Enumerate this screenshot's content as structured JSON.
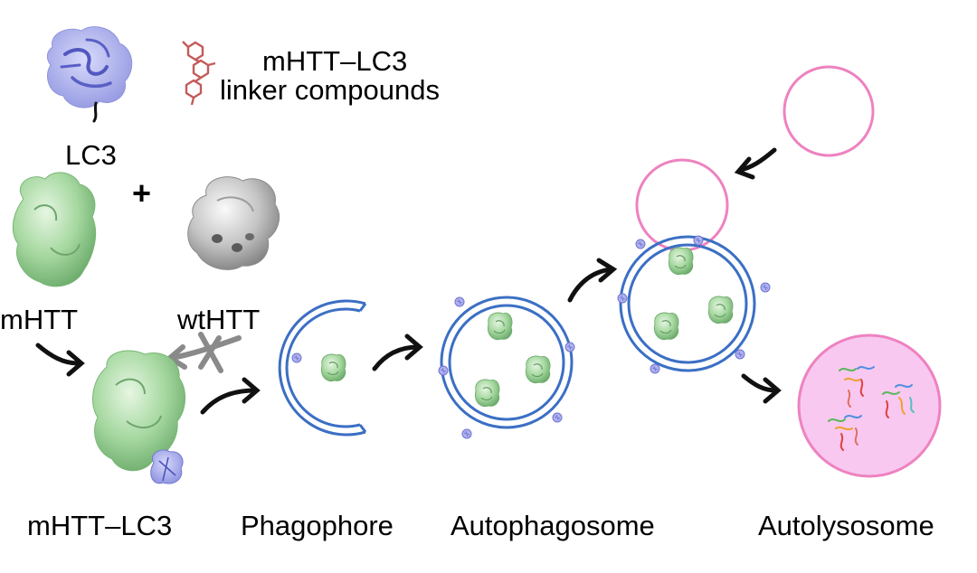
{
  "labels": {
    "compound_line1": "mHTT–LC3",
    "compound_line2": "linker compounds",
    "lc3": "LC3",
    "plus": "+",
    "mhtt": "mHTT",
    "wthtt": "wtHTT",
    "complex": "mHTT–LC3",
    "phagophore": "Phagophore",
    "autophagosome": "Autophagosome",
    "autolysosome": "Autolysosome"
  },
  "colors": {
    "membrane": "#3b6fc4",
    "mhtt_protein": "#8fcf8f",
    "lc3_protein": "#7b7fd6",
    "wthtt_protein": "#9a9a9a",
    "lysosome_outline": "#ee82c0",
    "lysosome_fill": "#f8c8f0",
    "linker": "#c45a5a",
    "blocked_arrow": "#8a8a8a",
    "arrow": "#111111"
  }
}
